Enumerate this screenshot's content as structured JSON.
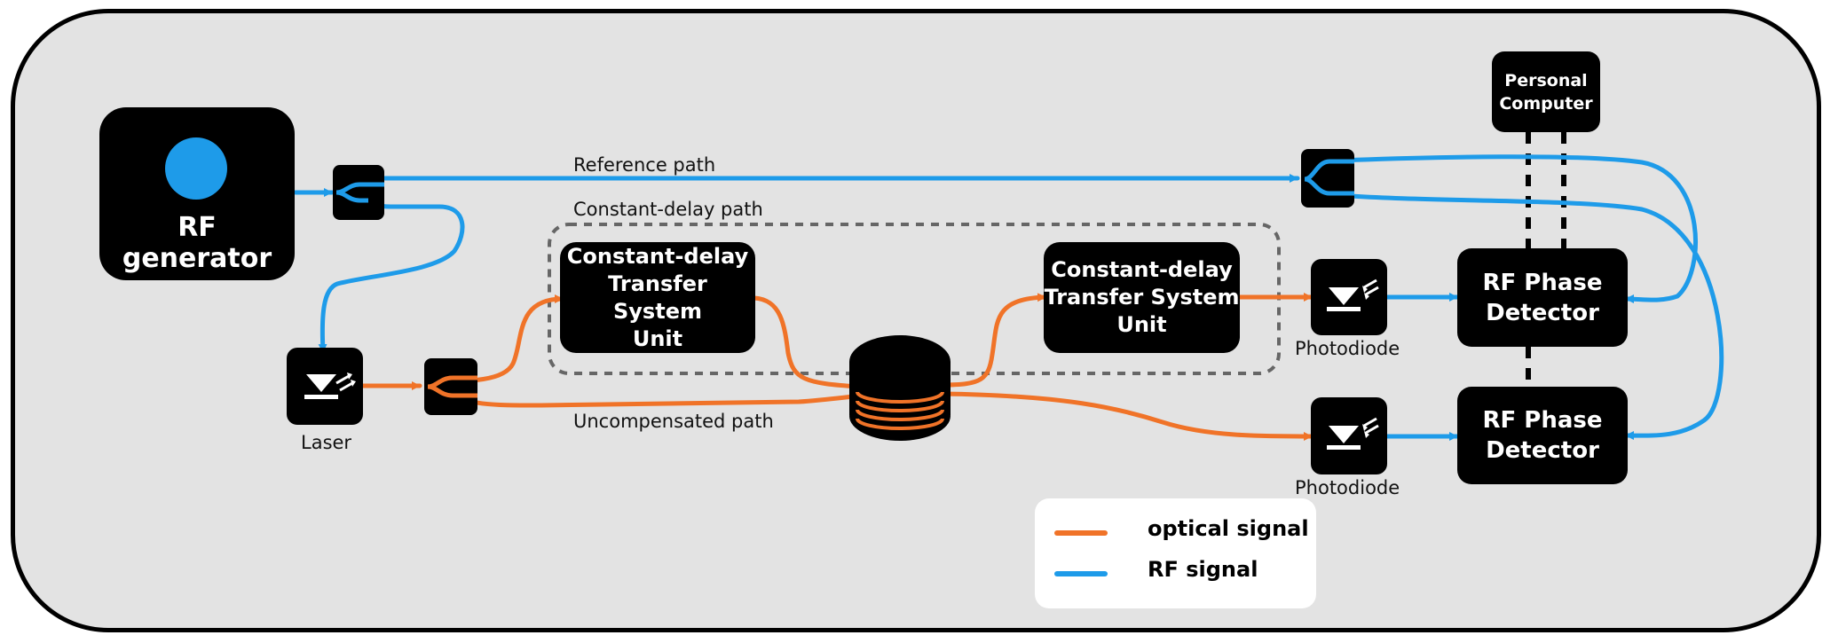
{
  "colors": {
    "optical": "#f07328",
    "rf": "#1e9be9",
    "background": "#e3e3e3",
    "block": "#000000"
  },
  "blocks": {
    "rf_generator": "RF generator",
    "unit_left": [
      "Constant-delay",
      "Transfer System",
      "Unit"
    ],
    "unit_right": [
      "Constant-delay",
      "Transfer System",
      "Unit"
    ],
    "detector_top": [
      "RF Phase",
      "Detector"
    ],
    "detector_bottom": [
      "RF Phase",
      "Detector"
    ],
    "personal_computer": [
      "Personal",
      "Computer"
    ]
  },
  "labels": {
    "laser": "Laser",
    "photodiode_top": "Photodiode",
    "photodiode_bottom": "Photodiode",
    "reference_path": "Reference path",
    "constant_delay_path": "Constant-delay path",
    "uncompensated_path": "Uncompensated path"
  },
  "icons": {
    "rf_generator": "sine-wave-icon",
    "laser": "laser-diode-icon",
    "photodiode": "photodiode-icon",
    "fiber_spool": "fiber-spool-icon",
    "splitter": "splitter-icon"
  },
  "legend": [
    {
      "label": "optical signal",
      "color": "#f07328"
    },
    {
      "label": "RF signal",
      "color": "#1e9be9"
    }
  ]
}
